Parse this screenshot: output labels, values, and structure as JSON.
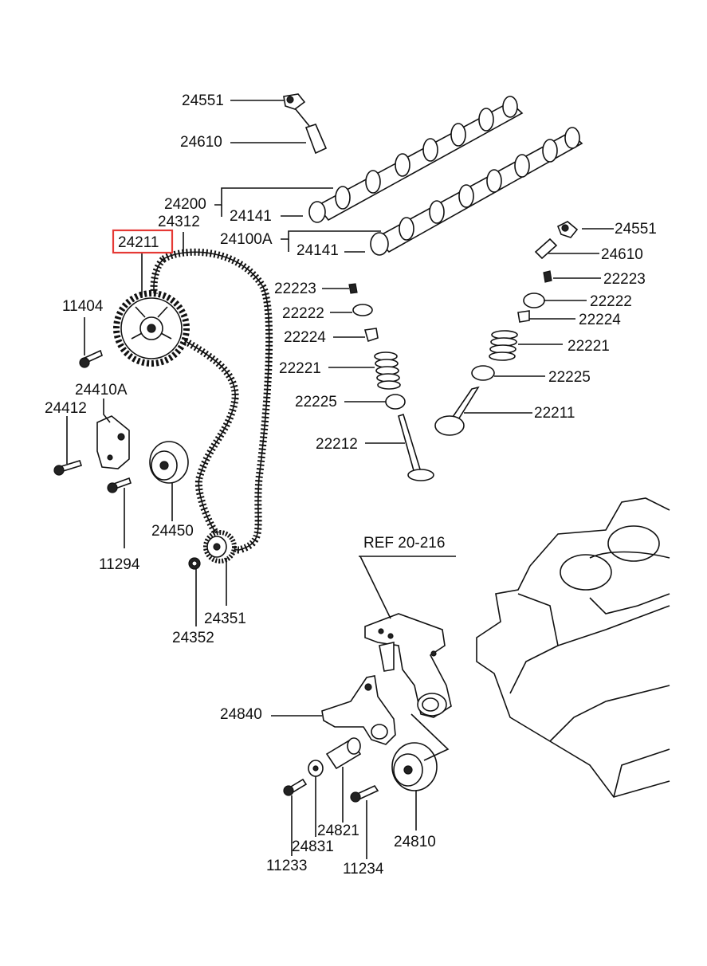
{
  "labels": {
    "p24551a": "24551",
    "p24610a": "24610",
    "p24200": "24200",
    "p24312": "24312",
    "p24141a": "24141",
    "p24211": "24211",
    "p24100A": "24100A",
    "p24141b": "24141",
    "p24551b": "24551",
    "p24610b": "24610",
    "p22223a": "22223",
    "p22223b": "22223",
    "p22222a": "22222",
    "p22222b": "22222",
    "p22224a": "22224",
    "p22224b": "22224",
    "p22221a": "22221",
    "p22221b": "22221",
    "p22225a": "22225",
    "p22225b": "22225",
    "p22211": "22211",
    "p22212": "22212",
    "p11404": "11404",
    "p24410A": "24410A",
    "p24412": "24412",
    "p24450": "24450",
    "p11294": "11294",
    "p24351": "24351",
    "p24352": "24352",
    "pREF": "REF 20-216",
    "p24840": "24840",
    "p24821": "24821",
    "p24831": "24831",
    "p11233": "11233",
    "p24810": "24810",
    "p11234": "11234"
  },
  "highlight": {
    "part": "24211",
    "color": "#e53935"
  }
}
